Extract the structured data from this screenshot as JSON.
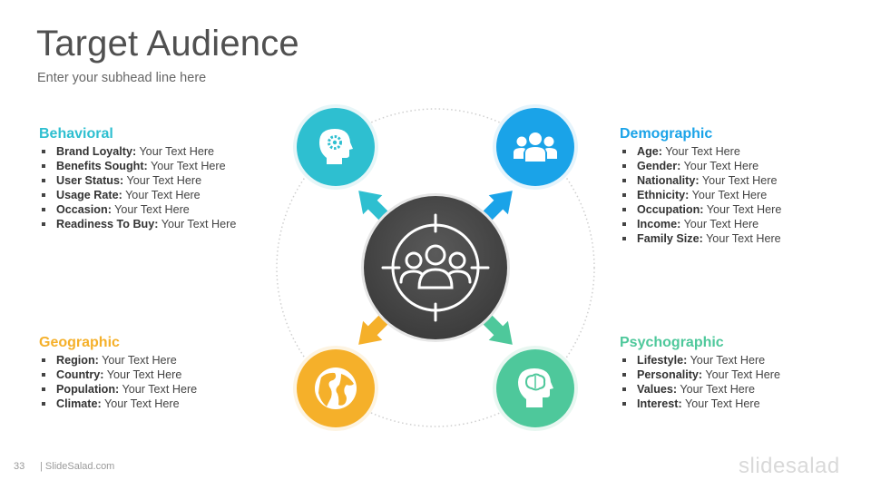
{
  "slide": {
    "title": "Target Audience",
    "subtitle": "Enter your subhead line here"
  },
  "colors": {
    "behavioral": "#2ebfd0",
    "demographic": "#1aa3e8",
    "geographic": "#f5b02a",
    "psychographic": "#4ec89b",
    "center": "#4d4d4d"
  },
  "sections": {
    "behavioral": {
      "title": "Behavioral",
      "items": [
        {
          "label": "Brand Loyalty:",
          "value": "Your Text Here"
        },
        {
          "label": "Benefits Sought:",
          "value": "Your Text Here"
        },
        {
          "label": "User Status:",
          "value": "Your Text Here"
        },
        {
          "label": "Usage Rate:",
          "value": "Your Text Here"
        },
        {
          "label": "Occasion:",
          "value": "Your Text Here"
        },
        {
          "label": "Readiness To Buy:",
          "value": "Your Text Here"
        }
      ]
    },
    "demographic": {
      "title": "Demographic",
      "items": [
        {
          "label": "Age:",
          "value": "Your Text Here"
        },
        {
          "label": "Gender:",
          "value": "Your Text Here"
        },
        {
          "label": "Nationality:",
          "value": "Your Text Here"
        },
        {
          "label": "Ethnicity:",
          "value": "Your Text Here"
        },
        {
          "label": "Occupation:",
          "value": "Your Text Here"
        },
        {
          "label": "Income:",
          "value": "Your Text Here"
        },
        {
          "label": "Family Size:",
          "value": "Your Text Here"
        }
      ]
    },
    "geographic": {
      "title": "Geographic",
      "items": [
        {
          "label": "Region:",
          "value": "Your Text Here"
        },
        {
          "label": "Country:",
          "value": "Your Text Here"
        },
        {
          "label": "Population:",
          "value": "Your Text Here"
        },
        {
          "label": "Climate:",
          "value": "Your Text Here"
        }
      ]
    },
    "psychographic": {
      "title": "Psychographic",
      "items": [
        {
          "label": "Lifestyle:",
          "value": "Your Text Here"
        },
        {
          "label": "Personality:",
          "value": "Your Text Here"
        },
        {
          "label": "Values:",
          "value": "Your Text Here"
        },
        {
          "label": "Interest:",
          "value": "Your Text Here"
        }
      ]
    }
  },
  "icons": {
    "center": "audience-target-icon",
    "behavioral": "head-gear-icon",
    "demographic": "group-icon",
    "geographic": "globe-icon",
    "psychographic": "head-brain-icon"
  },
  "footer": {
    "page_number": "33",
    "brand": "| SlideSalad.com",
    "logo": "slidesalad"
  }
}
